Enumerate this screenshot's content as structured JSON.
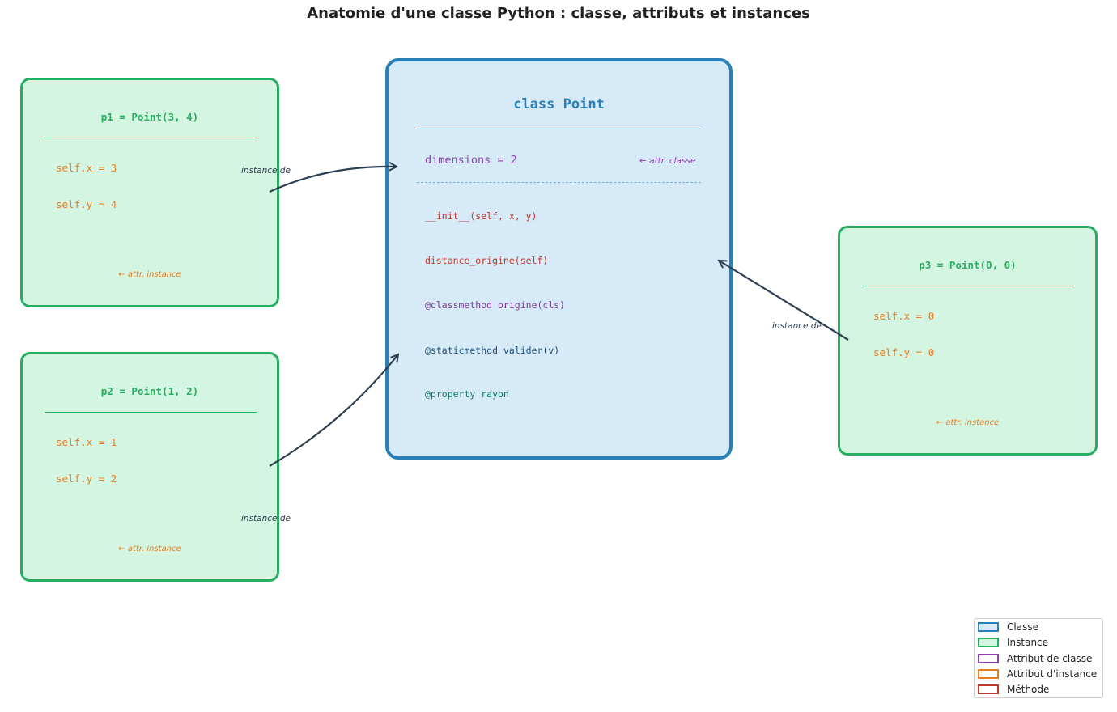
{
  "title": "Anatomie d'une classe Python : classe, attributs et instances",
  "class_box": {
    "name": "class Point",
    "class_attr": "dimensions = 2",
    "class_attr_note": "← attr. classe",
    "methods": [
      "__init__(self, x, y)",
      "distance_origine(self)",
      "@classmethod origine(cls)",
      "@staticmethod valider(v)",
      "@property rayon"
    ]
  },
  "instances": [
    {
      "title": "p1 = Point(3, 4)",
      "attrs": [
        "self.x = 3",
        "self.y = 4"
      ],
      "note": "← attr. instance"
    },
    {
      "title": "p2 = Point(1, 2)",
      "attrs": [
        "self.x = 1",
        "self.y = 2"
      ],
      "note": "← attr. instance"
    },
    {
      "title": "p3 = Point(0, 0)",
      "attrs": [
        "self.x = 0",
        "self.y = 0"
      ],
      "note": "← attr. instance"
    }
  ],
  "arrow_label": "instance de",
  "legend": [
    {
      "label": "Classe",
      "border": "#2980b9",
      "fill": "#d6eaf8"
    },
    {
      "label": "Instance",
      "border": "#27ae60",
      "fill": "#d5f5e3"
    },
    {
      "label": "Attribut de classe",
      "border": "#8e44ad",
      "fill": "#ffffff"
    },
    {
      "label": "Attribut d'instance",
      "border": "#e67e22",
      "fill": "#ffffff"
    },
    {
      "label": "Méthode",
      "border": "#c0392b",
      "fill": "#ffffff"
    }
  ],
  "colors": {
    "class_border": "#2980b9",
    "class_fill": "#d6eaf8",
    "instance_border": "#27ae60",
    "instance_fill": "#d5f5e3",
    "class_attr": "#8e44ad",
    "instance_attr": "#e67e22",
    "method": "#c0392b",
    "arrow": "#2c3e50"
  }
}
